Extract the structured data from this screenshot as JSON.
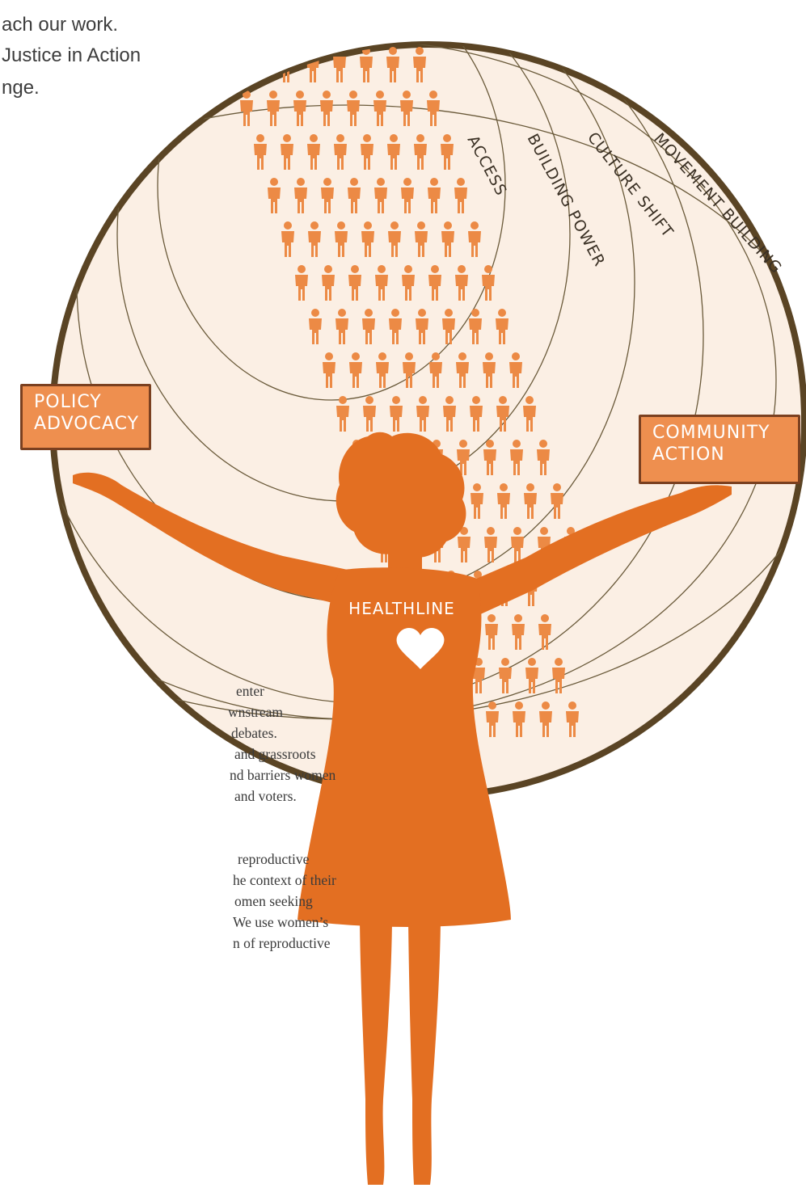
{
  "intro": {
    "line1": "ach our work.",
    "line2": "Justice in Action",
    "line3": "nge."
  },
  "rings": [
    "ACCESS",
    "BUILDING POWER",
    "CULTURE SHIFT",
    "MOVEMENT BUILDING"
  ],
  "signs": {
    "left": [
      "POLICY",
      "ADVOCACY"
    ],
    "right": [
      "COMMUNITY",
      "ACTION"
    ]
  },
  "figure_label": "HEALTHLINE",
  "paragraph1": [
    "enter",
    "wnstream",
    "debates.",
    "and grassroots",
    "nd barriers women",
    "and voters."
  ],
  "paragraph2": [
    "reproductive",
    "he context of their",
    "omen seeking",
    "We use women’s",
    "n of reproductive"
  ],
  "colors": {
    "circle_fill": "#fbefe4",
    "circle_border": "#5a4424",
    "figure": "#e36f22",
    "crowd": "#ec8a45",
    "sign_fill": "#ee8f4f"
  },
  "icons": [
    "heart-icon",
    "person-icon"
  ]
}
